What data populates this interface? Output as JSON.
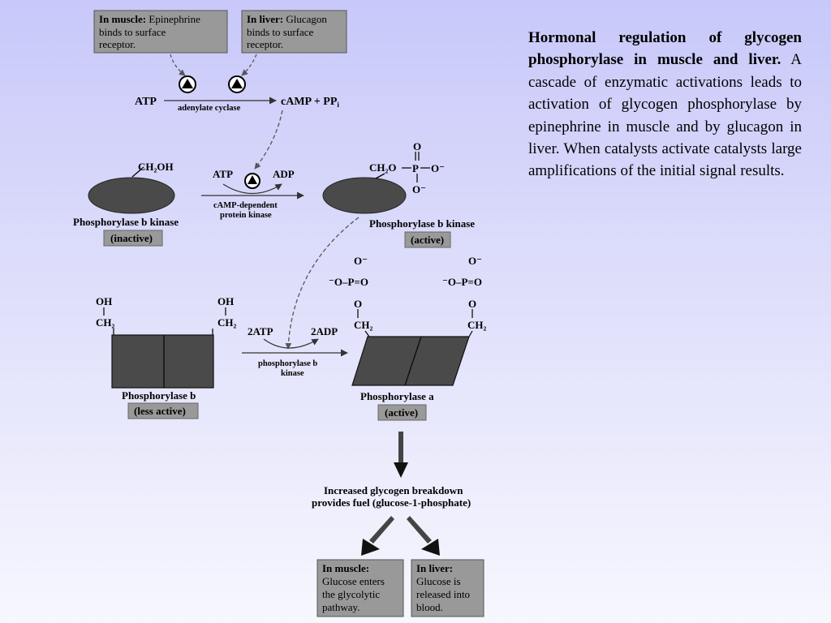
{
  "caption": {
    "title": "Hormonal regulation of glycogen phosphorylase in muscle and liver.",
    "body": "A cascade of enzymatic activations leads to activation of glycogen phosphorylase by epinephrine in muscle and by glucagon in liver. When catalysts activate catalysts large amplifications of the initial signal results."
  },
  "receptors": {
    "muscle": {
      "head": "In muscle:",
      "line1": "Epinephrine",
      "line2": "binds to surface",
      "line3": "receptor."
    },
    "liver": {
      "head": "In liver:",
      "line1": "Glucagon",
      "line2": "binds to surface",
      "line3": "receptor."
    }
  },
  "step1": {
    "substrate": "ATP",
    "enzyme": "adenylate cyclase",
    "product": "cAMP + PP",
    "product_sub": "i"
  },
  "step2": {
    "group_left": "CH₂OH",
    "left_name": "Phosphorylase b kinase",
    "left_state": "(inactive)",
    "cofactor_in": "ATP",
    "cofactor_out": "ADP",
    "enzyme_line1": "cAMP-dependent",
    "enzyme_line2": "protein kinase",
    "group_right_ch2o": "CH₂O",
    "phosphate_p": "P",
    "phosphate_o": "O",
    "phosphate_om": "O⁻",
    "right_name": "Phosphorylase b kinase",
    "right_state": "(active)"
  },
  "step3": {
    "oh": "OH",
    "ch2": "CH₂",
    "left_name": "Phosphorylase b",
    "left_state": "(less active)",
    "cofactor_in": "2ATP",
    "cofactor_out": "2ADP",
    "enzyme_line1": "phosphorylase b",
    "enzyme_line2": "kinase",
    "o_minus": "O⁻",
    "phos_row": "⁻O–P=O",
    "o": "O",
    "right_name": "Phosphorylase a",
    "right_state": "(active)"
  },
  "outcome": {
    "line1": "Increased glycogen breakdown",
    "line2": "provides fuel (glucose-1-phosphate)"
  },
  "results": {
    "muscle": {
      "head": "In muscle:",
      "line1": "Glucose enters",
      "line2": "the glycolytic",
      "line3": "pathway."
    },
    "liver": {
      "head": "In liver:",
      "line1": "Glucose is",
      "line2": "released into",
      "line3": "blood."
    }
  },
  "colors": {
    "box": "#999999",
    "enzyme_body": "#4a4a4a",
    "background_top": "#c8c8fa"
  }
}
